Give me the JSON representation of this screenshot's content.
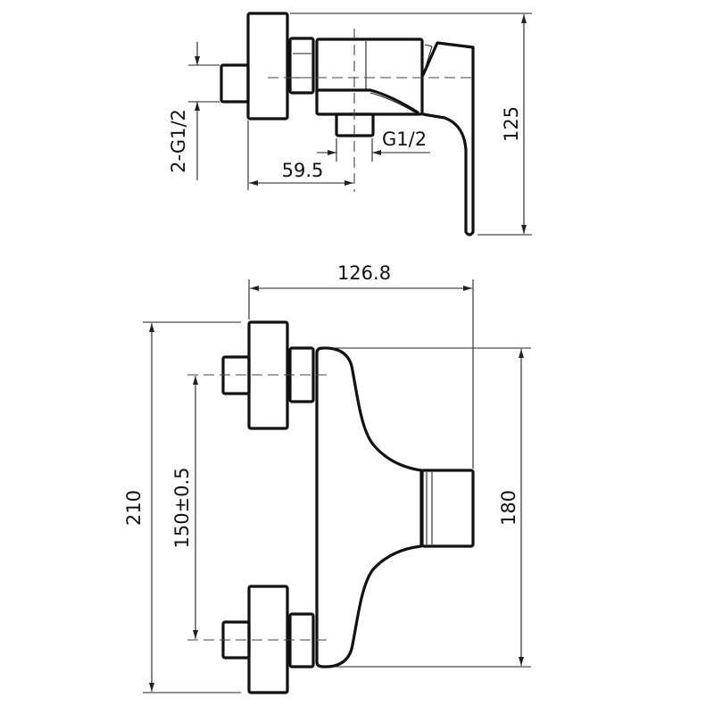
{
  "drawing": {
    "title": "Shower mixer technical drawing",
    "side_view": {
      "dim_inlet_thread": "2-G1/2",
      "dim_outlet_thread": "G1/2",
      "dim_outlet_offset": "59.5",
      "dim_height": "125"
    },
    "front_view": {
      "dim_width": "126.8",
      "dim_total_height": "210",
      "dim_center_distance": "150±0.5",
      "dim_body_height": "180"
    }
  },
  "colors": {
    "line": "#111111",
    "background": "#ffffff"
  }
}
